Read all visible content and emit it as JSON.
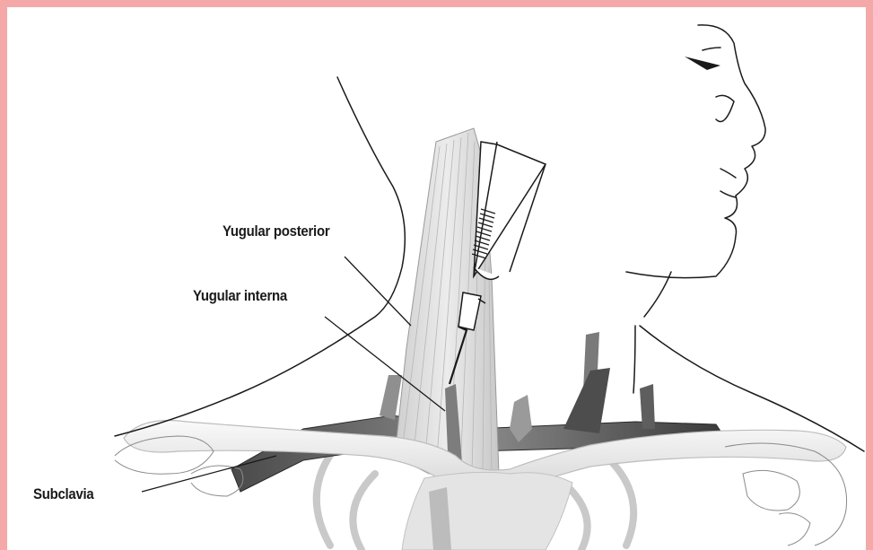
{
  "labels": {
    "yugular_posterior": "Yugular posterior",
    "yugular_interna": "Yugular interna",
    "subclavia": "Subclavia"
  },
  "colors": {
    "border": "#f4a9a8",
    "line": "#1a1a1a",
    "bone": "#ebebeb",
    "muscle": "#dcdcdc",
    "vessel": "#6f6f6f",
    "vessel_dark": "#3c3c3c"
  }
}
